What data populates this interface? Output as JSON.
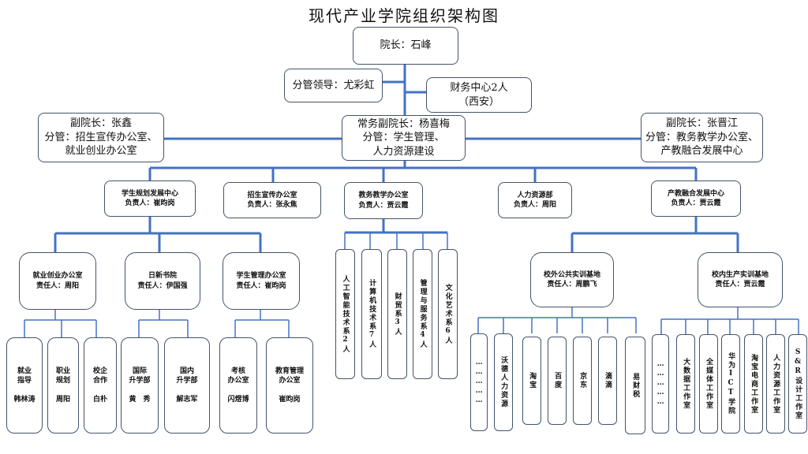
{
  "title": "现代产业学院组织架构图",
  "dean": "院长：石峰",
  "supervisor": "分管领导：尤彩虹",
  "finance": [
    "财务中心2人",
    "（西安）"
  ],
  "vp_left": [
    "副院长：张鑫",
    "分管：招生宣传办公室、",
    "就业创业办公室"
  ],
  "vp_exec": [
    "常务副院长：杨喜梅",
    "分管：学生管理、",
    "人力资源建设"
  ],
  "vp_right": [
    "副院长：张晋江",
    "分管：教务教学办公室、",
    "产教融合发展中心"
  ],
  "departments": [
    [
      "学生规划发展中心",
      "负责人：崔昀岗"
    ],
    [
      "招生宣传办公室",
      "负责人：张永焦"
    ],
    [
      "教务教学办公室",
      "负责人：贾云霞"
    ],
    [
      "人力资源部",
      "负责人：周阳"
    ],
    [
      "产教融合发展中心",
      "负责人：贾云霞"
    ]
  ],
  "offices": [
    [
      "就业创业办公室",
      "责任人：周阳"
    ],
    [
      "日新书院",
      "责任人：伊国强"
    ],
    [
      "学生管理办公室",
      "责任人：崔昀岗"
    ]
  ],
  "office_units": [
    [
      "就业",
      "指导",
      "",
      "韩林涛"
    ],
    [
      "职业",
      "规划",
      "",
      "周阳"
    ],
    [
      "校企",
      "合作",
      "",
      "白朴"
    ],
    [
      "国际",
      "升学部",
      "",
      "黄　秀"
    ],
    [
      "国内",
      "升学部",
      "",
      "解志军"
    ],
    [
      "考核",
      "办公室",
      "",
      "闪煜博"
    ],
    [
      "教育管理",
      "办公室",
      "",
      "崔昀岗"
    ]
  ],
  "academic_depts": [
    "人工智能技术系2人",
    "计算机技术系7人",
    "财贸系3人",
    "管理与服务系4人",
    "文化艺术系6人"
  ],
  "bases": [
    [
      "校外公共实训基地",
      "责任人：周鹏飞"
    ],
    [
      "校内生产实训基地",
      "责任人：贾云霞"
    ]
  ],
  "external_units": [
    "……………",
    "沃德人力资源",
    "淘宝",
    "百度",
    "京东",
    "滴滴",
    "易财税"
  ],
  "internal_units": [
    "……………",
    "大数据工作室",
    "全媒体工作室",
    "华为ICT学院",
    "淘宝电商工作室",
    "人力资源工作室",
    "S&R设计工作室"
  ]
}
